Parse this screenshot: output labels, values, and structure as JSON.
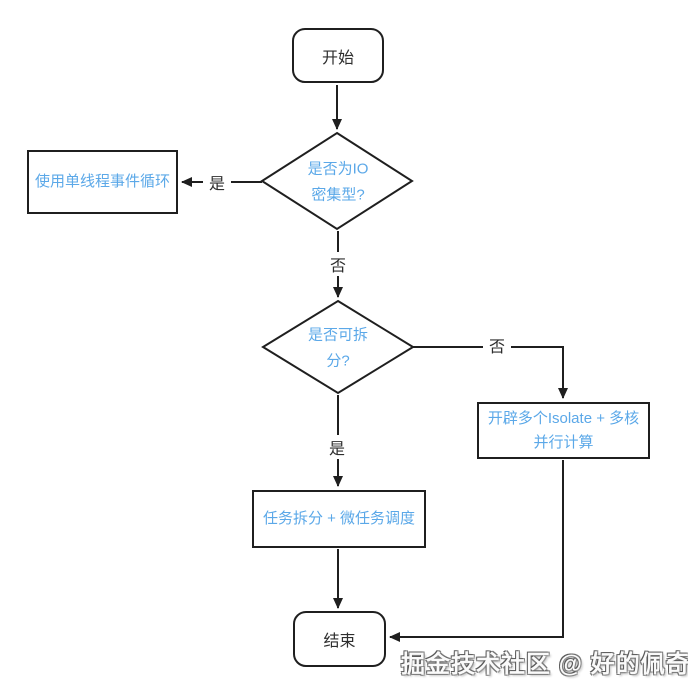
{
  "colors": {
    "line": "#1f1f1f",
    "node_border": "#1f1f1f",
    "blue_text": "#5ba8e8",
    "dark_text": "#2e2e2e",
    "background": "#ffffff"
  },
  "nodes": {
    "start": {
      "label": "开始"
    },
    "decision_io": {
      "line1": "是否为IO",
      "line2": "密集型?"
    },
    "single_thread": {
      "label": "使用单线程事件循环"
    },
    "decision_split": {
      "line1": "是否可拆",
      "line2": "分?"
    },
    "isolate": {
      "line1": "开辟多个Isolate + 多核",
      "line2": "并行计算"
    },
    "task_split": {
      "label": "任务拆分 + 微任务调度"
    },
    "end": {
      "label": "结束"
    }
  },
  "edge_labels": {
    "io_yes": "是",
    "io_no": "否",
    "split_no": "否",
    "split_yes": "是"
  },
  "watermark": "掘金技术社区 @ 好的佩奇"
}
